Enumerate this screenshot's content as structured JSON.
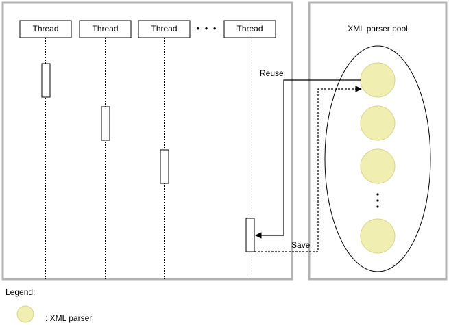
{
  "threads": [
    {
      "label": "Thread"
    },
    {
      "label": "Thread"
    },
    {
      "label": "Thread"
    },
    {
      "label": "Thread"
    }
  ],
  "thread_ellipsis": "• • •",
  "pool": {
    "title": "XML parser pool",
    "ellipsis": "•\n•\n•"
  },
  "arrows": {
    "reuse_label": "Reuse",
    "save_label": "Save"
  },
  "legend": {
    "title": "Legend:",
    "parser_label": ": XML parser"
  },
  "colors": {
    "panel_border": "#b3b3b3",
    "parser_fill": "#f0eeb0",
    "parser_stroke": "#d6d48a"
  }
}
